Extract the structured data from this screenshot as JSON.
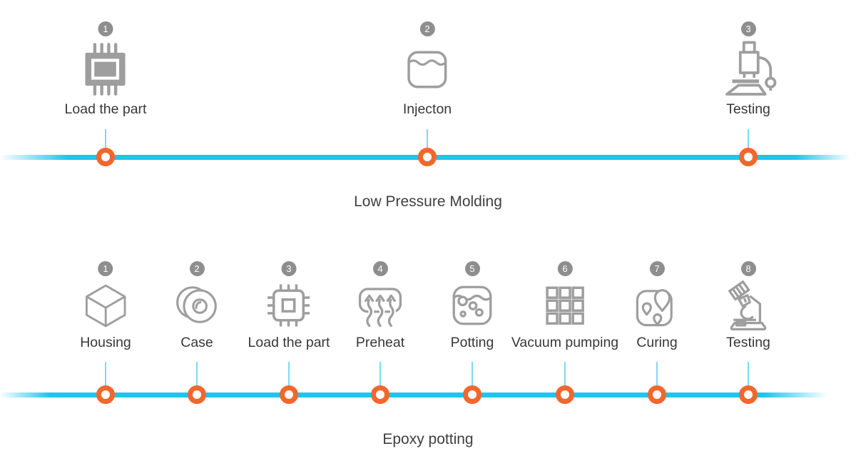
{
  "colors": {
    "timeline_line": "#1ec5ec",
    "marker_ring": "#f2672c",
    "badge_bg": "#8e8e8e",
    "icon_gray": "#9e9e9e",
    "label_text": "#383838",
    "title_text": "#3f3f3f"
  },
  "timelines": [
    {
      "title": "Low Pressure Molding",
      "steps": [
        {
          "number": "1",
          "label": "Load the part",
          "icon": "chip-filled-icon"
        },
        {
          "number": "2",
          "label": "Injecton",
          "icon": "liquid-container-icon"
        },
        {
          "number": "3",
          "label": "Testing",
          "icon": "microscope-icon"
        }
      ]
    },
    {
      "title": "Epoxy potting",
      "steps": [
        {
          "number": "1",
          "label": "Housing",
          "icon": "cube-icon"
        },
        {
          "number": "2",
          "label": "Case",
          "icon": "disc-case-icon"
        },
        {
          "number": "3",
          "label": "Load the part",
          "icon": "chip-outline-icon"
        },
        {
          "number": "4",
          "label": "Preheat",
          "icon": "heat-arrows-icon"
        },
        {
          "number": "5",
          "label": "Potting",
          "icon": "liquid-bubbles-icon"
        },
        {
          "number": "6",
          "label": "Vacuum pumping",
          "icon": "grid-icon"
        },
        {
          "number": "7",
          "label": "Curing",
          "icon": "map-pins-icon"
        },
        {
          "number": "8",
          "label": "Testing",
          "icon": "tilted-microscope-icon"
        }
      ]
    }
  ]
}
